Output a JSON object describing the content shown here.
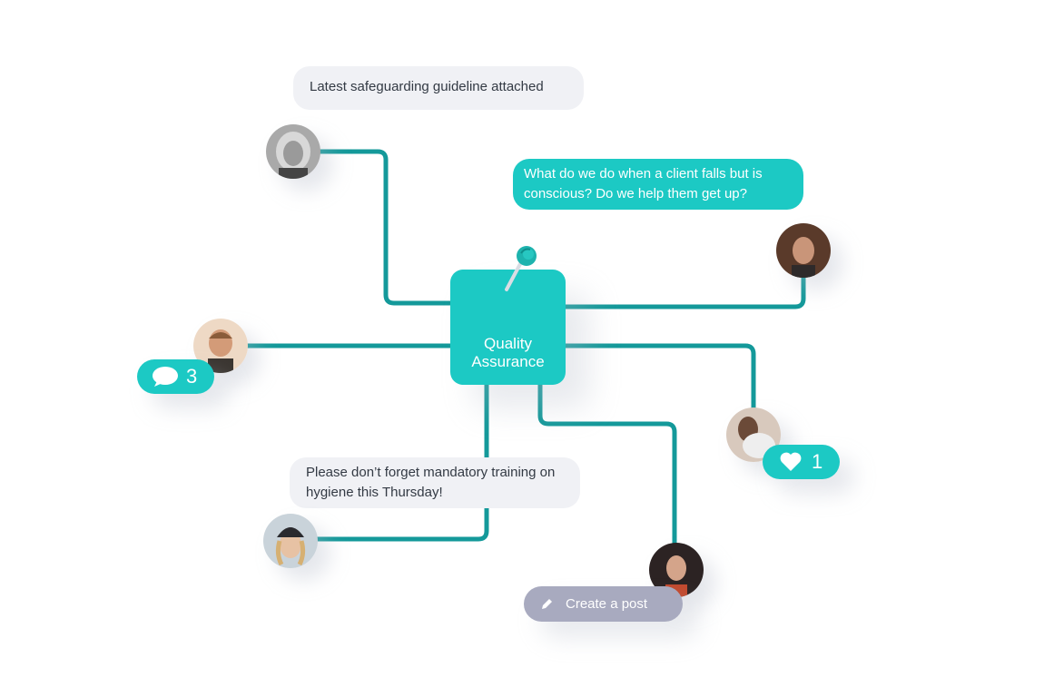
{
  "hub": {
    "title_line1": "Quality",
    "title_line2": "Assurance"
  },
  "posts": [
    {
      "text": "Latest safeguarding guideline attached"
    },
    {
      "text": "What do we do when a client falls but is conscious? Do we help them get up?"
    },
    {
      "text": "Please don’t forget mandatory training on hygiene this Thursday!"
    }
  ],
  "reactions": {
    "comments_count": "3",
    "likes_count": "1"
  },
  "create_post": {
    "label": "Create a post",
    "icon": "pencil-icon"
  },
  "colors": {
    "accent": "#1cc9c4",
    "connector": "#14999a",
    "bubble_grey": "#f0f1f5",
    "button_grey": "#a8aabf"
  }
}
